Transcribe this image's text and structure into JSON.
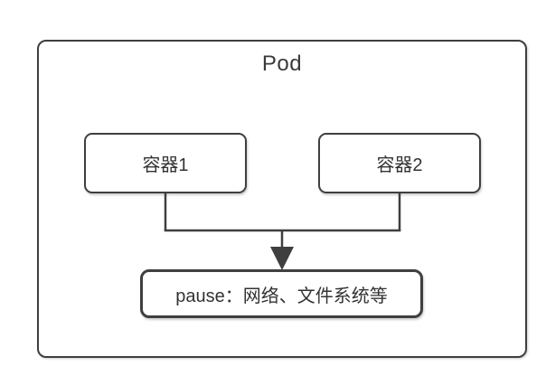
{
  "diagram": {
    "pod_label": "Pod",
    "nodes": {
      "container1": {
        "label": "容器1"
      },
      "container2": {
        "label": "容器2"
      },
      "pause": {
        "label": "pause：网络、文件系统等"
      }
    },
    "edges": [
      {
        "from": "container1",
        "to": "pause",
        "arrow": true
      },
      {
        "from": "container2",
        "to": "pause",
        "arrow": true
      }
    ],
    "colors": {
      "line": "#3f3f3f",
      "text": "#333333",
      "background": "#ffffff"
    }
  }
}
